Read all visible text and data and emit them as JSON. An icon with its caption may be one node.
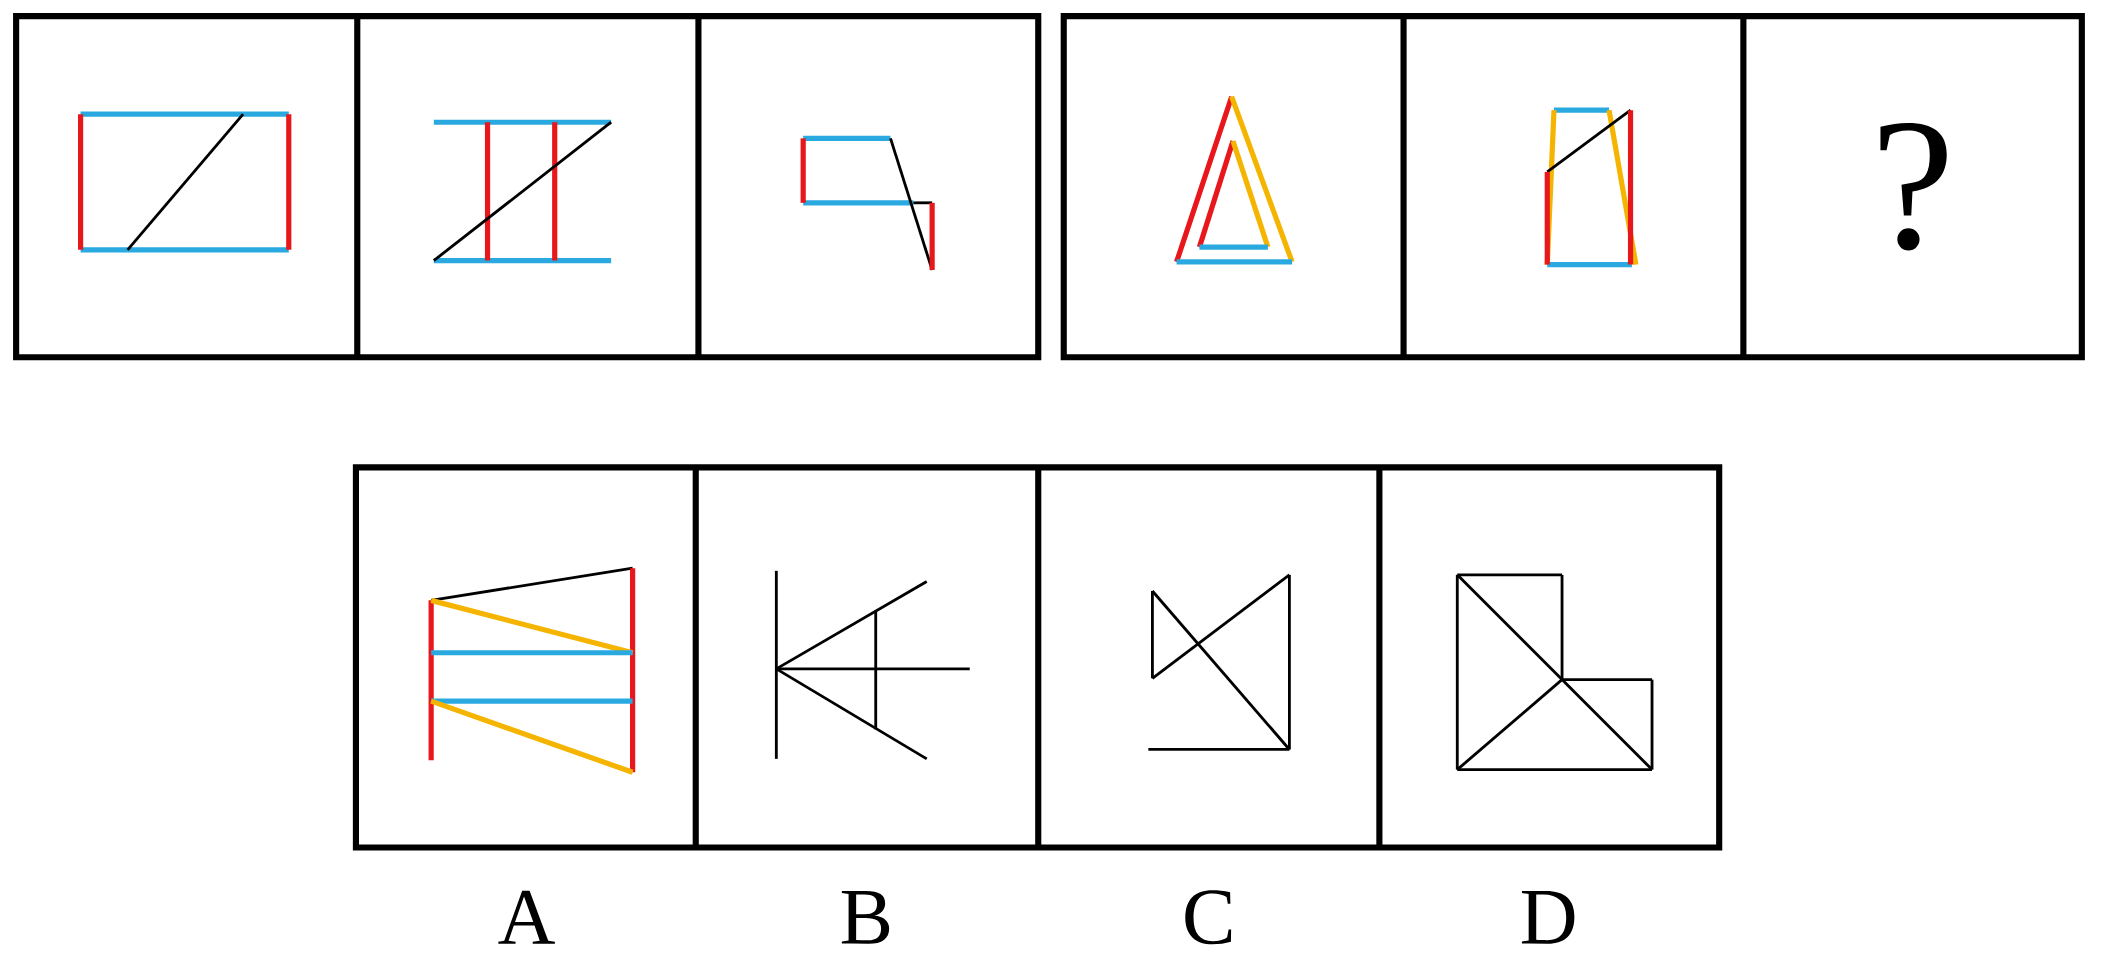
{
  "diagram": {
    "nodes": [
      {
        "text": [
          "?"
        ]
      }
    ],
    "labels": [
      "A",
      "B",
      "C",
      "D"
    ]
  }
}
